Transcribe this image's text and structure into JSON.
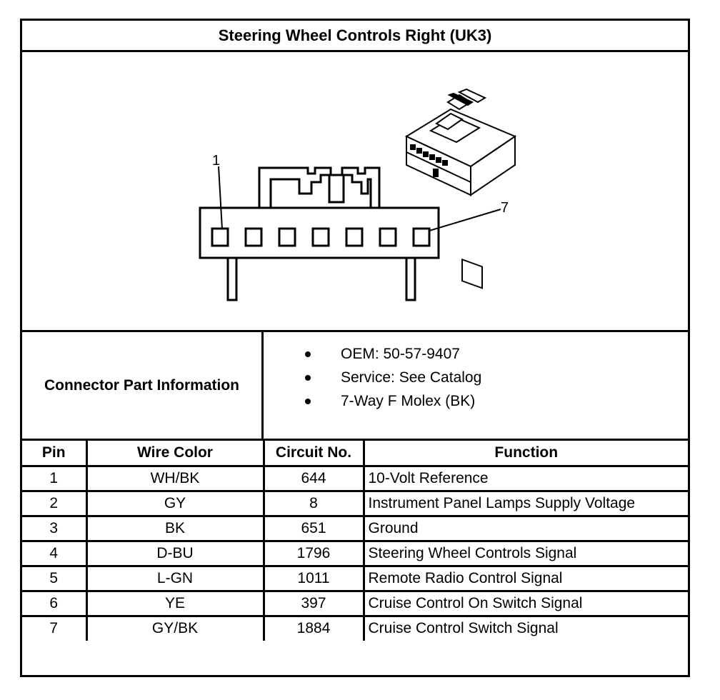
{
  "title": "Steering Wheel Controls Right (UK3)",
  "drawing": {
    "pin_label_first": "1",
    "pin_label_last": "7"
  },
  "connector_info": {
    "label": "Connector Part Information",
    "items": [
      "OEM: 50-57-9407",
      "Service: See Catalog",
      "7-Way F Molex (BK)"
    ]
  },
  "table": {
    "headers": [
      "Pin",
      "Wire Color",
      "Circuit No.",
      "Function"
    ],
    "rows": [
      [
        "1",
        "WH/BK",
        "644",
        "10-Volt Reference"
      ],
      [
        "2",
        "GY",
        "8",
        "Instrument Panel Lamps Supply Voltage"
      ],
      [
        "3",
        "BK",
        "651",
        "Ground"
      ],
      [
        "4",
        "D-BU",
        "1796",
        "Steering Wheel Controls Signal"
      ],
      [
        "5",
        "L-GN",
        "1011",
        "Remote Radio Control Signal"
      ],
      [
        "6",
        "YE",
        "397",
        "Cruise Control On Switch Signal"
      ],
      [
        "7",
        "GY/BK",
        "1884",
        "Cruise Control Switch Signal"
      ]
    ]
  }
}
